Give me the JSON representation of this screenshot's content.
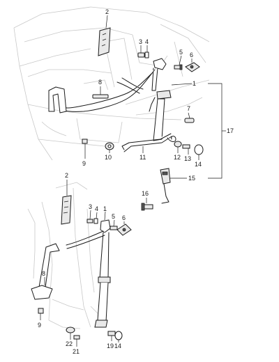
{
  "diagram": {
    "callouts": [
      "1",
      "2",
      "3",
      "4",
      "5",
      "6",
      "7",
      "8",
      "9",
      "10",
      "11",
      "12",
      "13",
      "14",
      "15",
      "16",
      "17",
      "19",
      "21",
      "22"
    ],
    "lower_callouts": {
      "part2": "2",
      "part3": "3",
      "part4": "4",
      "part1": "1",
      "part5": "5",
      "part6": "6",
      "part8": "8",
      "part9": "9",
      "part22": "22",
      "part21": "21",
      "part19": "19",
      "part14": "14"
    }
  }
}
